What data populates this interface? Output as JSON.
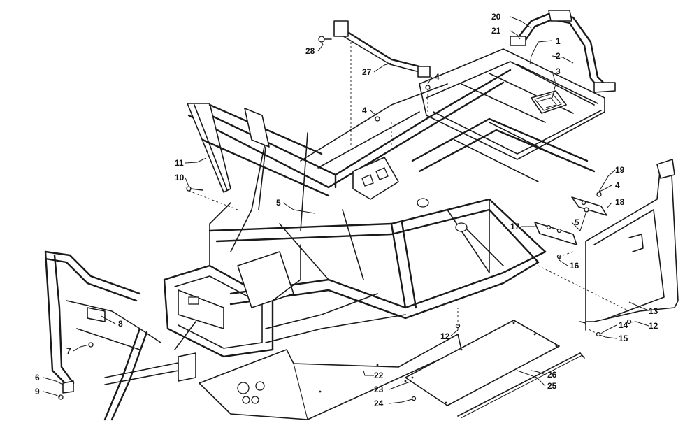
{
  "callouts": [
    {
      "id": "c1",
      "label": "1"
    },
    {
      "id": "c2",
      "label": "2"
    },
    {
      "id": "c3",
      "label": "3"
    },
    {
      "id": "c4a",
      "label": "4"
    },
    {
      "id": "c4b",
      "label": "4"
    },
    {
      "id": "c4c",
      "label": "4"
    },
    {
      "id": "c5a",
      "label": "5"
    },
    {
      "id": "c5b",
      "label": "5"
    },
    {
      "id": "c6",
      "label": "6"
    },
    {
      "id": "c7",
      "label": "7"
    },
    {
      "id": "c8",
      "label": "8"
    },
    {
      "id": "c9",
      "label": "9"
    },
    {
      "id": "c10",
      "label": "10"
    },
    {
      "id": "c11",
      "label": "11"
    },
    {
      "id": "c12a",
      "label": "12"
    },
    {
      "id": "c12b",
      "label": "12"
    },
    {
      "id": "c13",
      "label": "13"
    },
    {
      "id": "c14",
      "label": "14"
    },
    {
      "id": "c15",
      "label": "15"
    },
    {
      "id": "c16",
      "label": "16"
    },
    {
      "id": "c17",
      "label": "17"
    },
    {
      "id": "c18",
      "label": "18"
    },
    {
      "id": "c19",
      "label": "19"
    },
    {
      "id": "c20",
      "label": "20"
    },
    {
      "id": "c21",
      "label": "21"
    },
    {
      "id": "c22",
      "label": "22"
    },
    {
      "id": "c23",
      "label": "23"
    },
    {
      "id": "c24",
      "label": "24"
    },
    {
      "id": "c25",
      "label": "25"
    },
    {
      "id": "c26",
      "label": "26"
    },
    {
      "id": "c27",
      "label": "27"
    },
    {
      "id": "c28",
      "label": "28"
    }
  ]
}
